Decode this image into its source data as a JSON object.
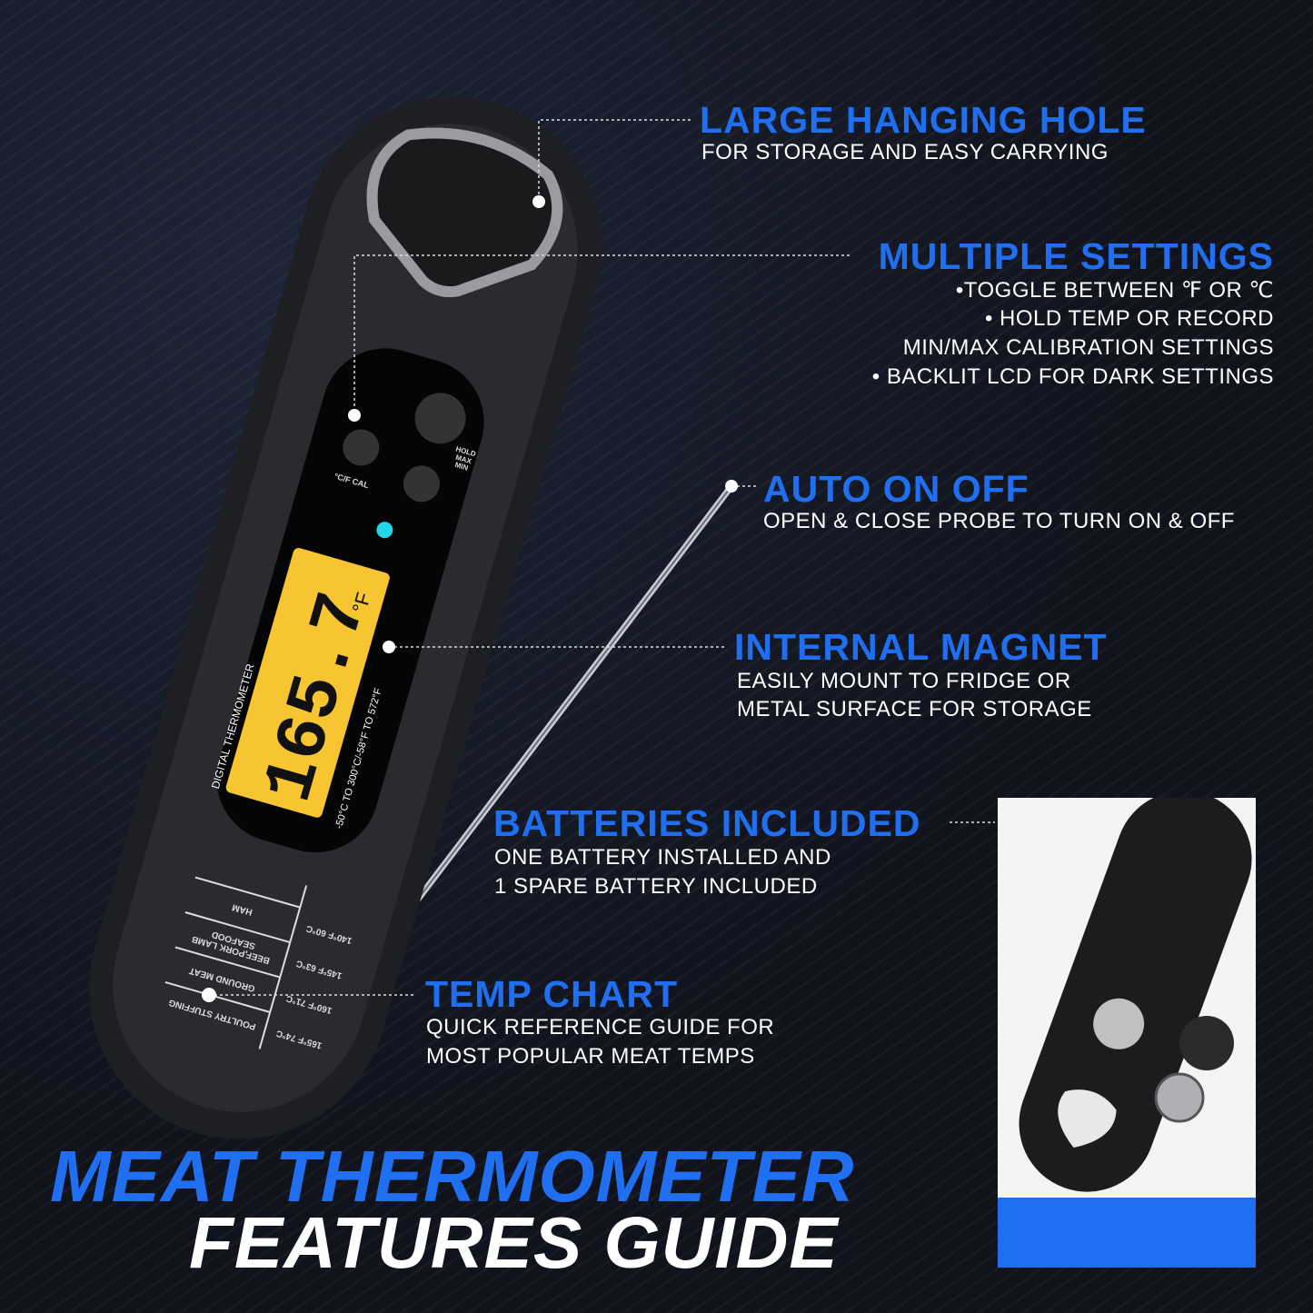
{
  "features": [
    {
      "title": "LARGE HANGING HOLE",
      "lines": [
        "FOR STORAGE AND EASY CARRYING"
      ]
    },
    {
      "title": "MULTIPLE SETTINGS",
      "lines": [
        "•TOGGLE BETWEEN ℉ OR ℃",
        "• HOLD TEMP OR RECORD",
        "MIN/MAX CALIBRATION SETTINGS",
        "• BACKLIT LCD FOR DARK SETTINGS"
      ]
    },
    {
      "title": "AUTO ON OFF",
      "lines": [
        "OPEN & CLOSE PROBE TO TURN ON & OFF"
      ]
    },
    {
      "title": "INTERNAL MAGNET",
      "lines": [
        "EASILY MOUNT TO FRIDGE OR",
        "METAL SURFACE FOR STORAGE"
      ]
    },
    {
      "title": "BATTERIES INCLUDED",
      "lines": [
        "ONE BATTERY INSTALLED AND",
        "1 SPARE BATTERY INCLUDED"
      ]
    },
    {
      "title": "TEMP CHART",
      "lines": [
        "QUICK REFERENCE GUIDE FOR",
        "MOST POPULAR MEAT TEMPS"
      ]
    }
  ],
  "headline": {
    "line1": "MEAT THERMOMETER",
    "line2": "FEATURES GUIDE"
  },
  "device": {
    "reading": "165.7",
    "unit": "°F",
    "brand_label": "DIGITAL THERMOMETER",
    "range_label": "-50°C TO 300°C/-58°F TO 572°F",
    "button_labels": {
      "unit_cal": "°C/F CAL",
      "hold": "HOLD MAX MIN"
    },
    "temp_chart": [
      {
        "food": "HAM",
        "temp": "140°F 60°C"
      },
      {
        "food": "BEEF,PORK LAMB SEAFOOD",
        "temp": "145°F 63°C"
      },
      {
        "food": "GROUND MEAT",
        "temp": "160°F 71°C"
      },
      {
        "food": "POULTRY STUFFING",
        "temp": "165°F 74°C"
      }
    ]
  },
  "colors": {
    "accent": "#1f6ff0",
    "lcd": "#f7c531",
    "background": "#10131c"
  }
}
